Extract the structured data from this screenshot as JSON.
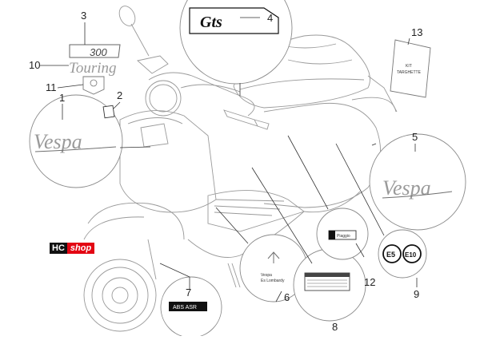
{
  "badge": {
    "prefix": "HC",
    "suffix": "shop",
    "prefix_color": "#111111",
    "suffix_color": "#e30613"
  },
  "callouts": [
    {
      "id": "1",
      "label": "1"
    },
    {
      "id": "2",
      "label": "2"
    },
    {
      "id": "3",
      "label": "3"
    },
    {
      "id": "4",
      "label": "4"
    },
    {
      "id": "5",
      "label": "5"
    },
    {
      "id": "6",
      "label": "6"
    },
    {
      "id": "7",
      "label": "7"
    },
    {
      "id": "8",
      "label": "8"
    },
    {
      "id": "9",
      "label": "9"
    },
    {
      "id": "10",
      "label": "10"
    },
    {
      "id": "11",
      "label": "11"
    },
    {
      "id": "12",
      "label": "12"
    },
    {
      "id": "13",
      "label": "13"
    }
  ],
  "decals": {
    "vespa_left": "Vespa",
    "vespa_right": "Vespa",
    "gts": "Gts",
    "model_300": "300",
    "touring": "Touring",
    "kit_line1": "KIT",
    "kit_line2": "TARGHETTE",
    "e5": "E5",
    "e10": "E10",
    "abs_asr": "ABS ASR",
    "piaggio_word": "Piaggio",
    "vespa_shield_text": "Vespa",
    "vespa_shield_sub": "Es Lombardy"
  }
}
